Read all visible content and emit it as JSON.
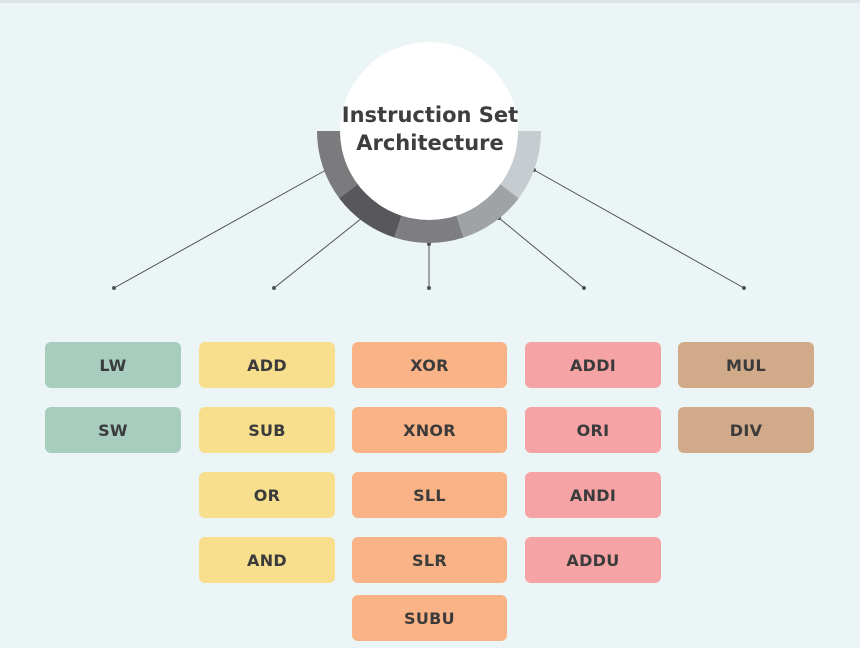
{
  "hub": {
    "title_line1": "Instruction Set",
    "title_line2": "Architecture"
  },
  "ring_colors": [
    "#7b7b7e",
    "#58585c",
    "#7e7e82",
    "#9fa3a6",
    "#c6cccf"
  ],
  "categories": [
    {
      "color": "#a8cdbf",
      "items": [
        "LW",
        "SW"
      ]
    },
    {
      "color": "#f7df8e",
      "items": [
        "ADD",
        "SUB",
        "OR",
        "AND"
      ]
    },
    {
      "color": "#fab386",
      "items": [
        "XOR",
        "XNOR",
        "SLL",
        "SLR",
        "SUBU"
      ]
    },
    {
      "color": "#f5a3a5",
      "items": [
        "ADDI",
        "ORI",
        "ANDI",
        "ADDU"
      ]
    },
    {
      "color": "#d0aa89",
      "items": [
        "MUL",
        "DIV"
      ]
    }
  ]
}
